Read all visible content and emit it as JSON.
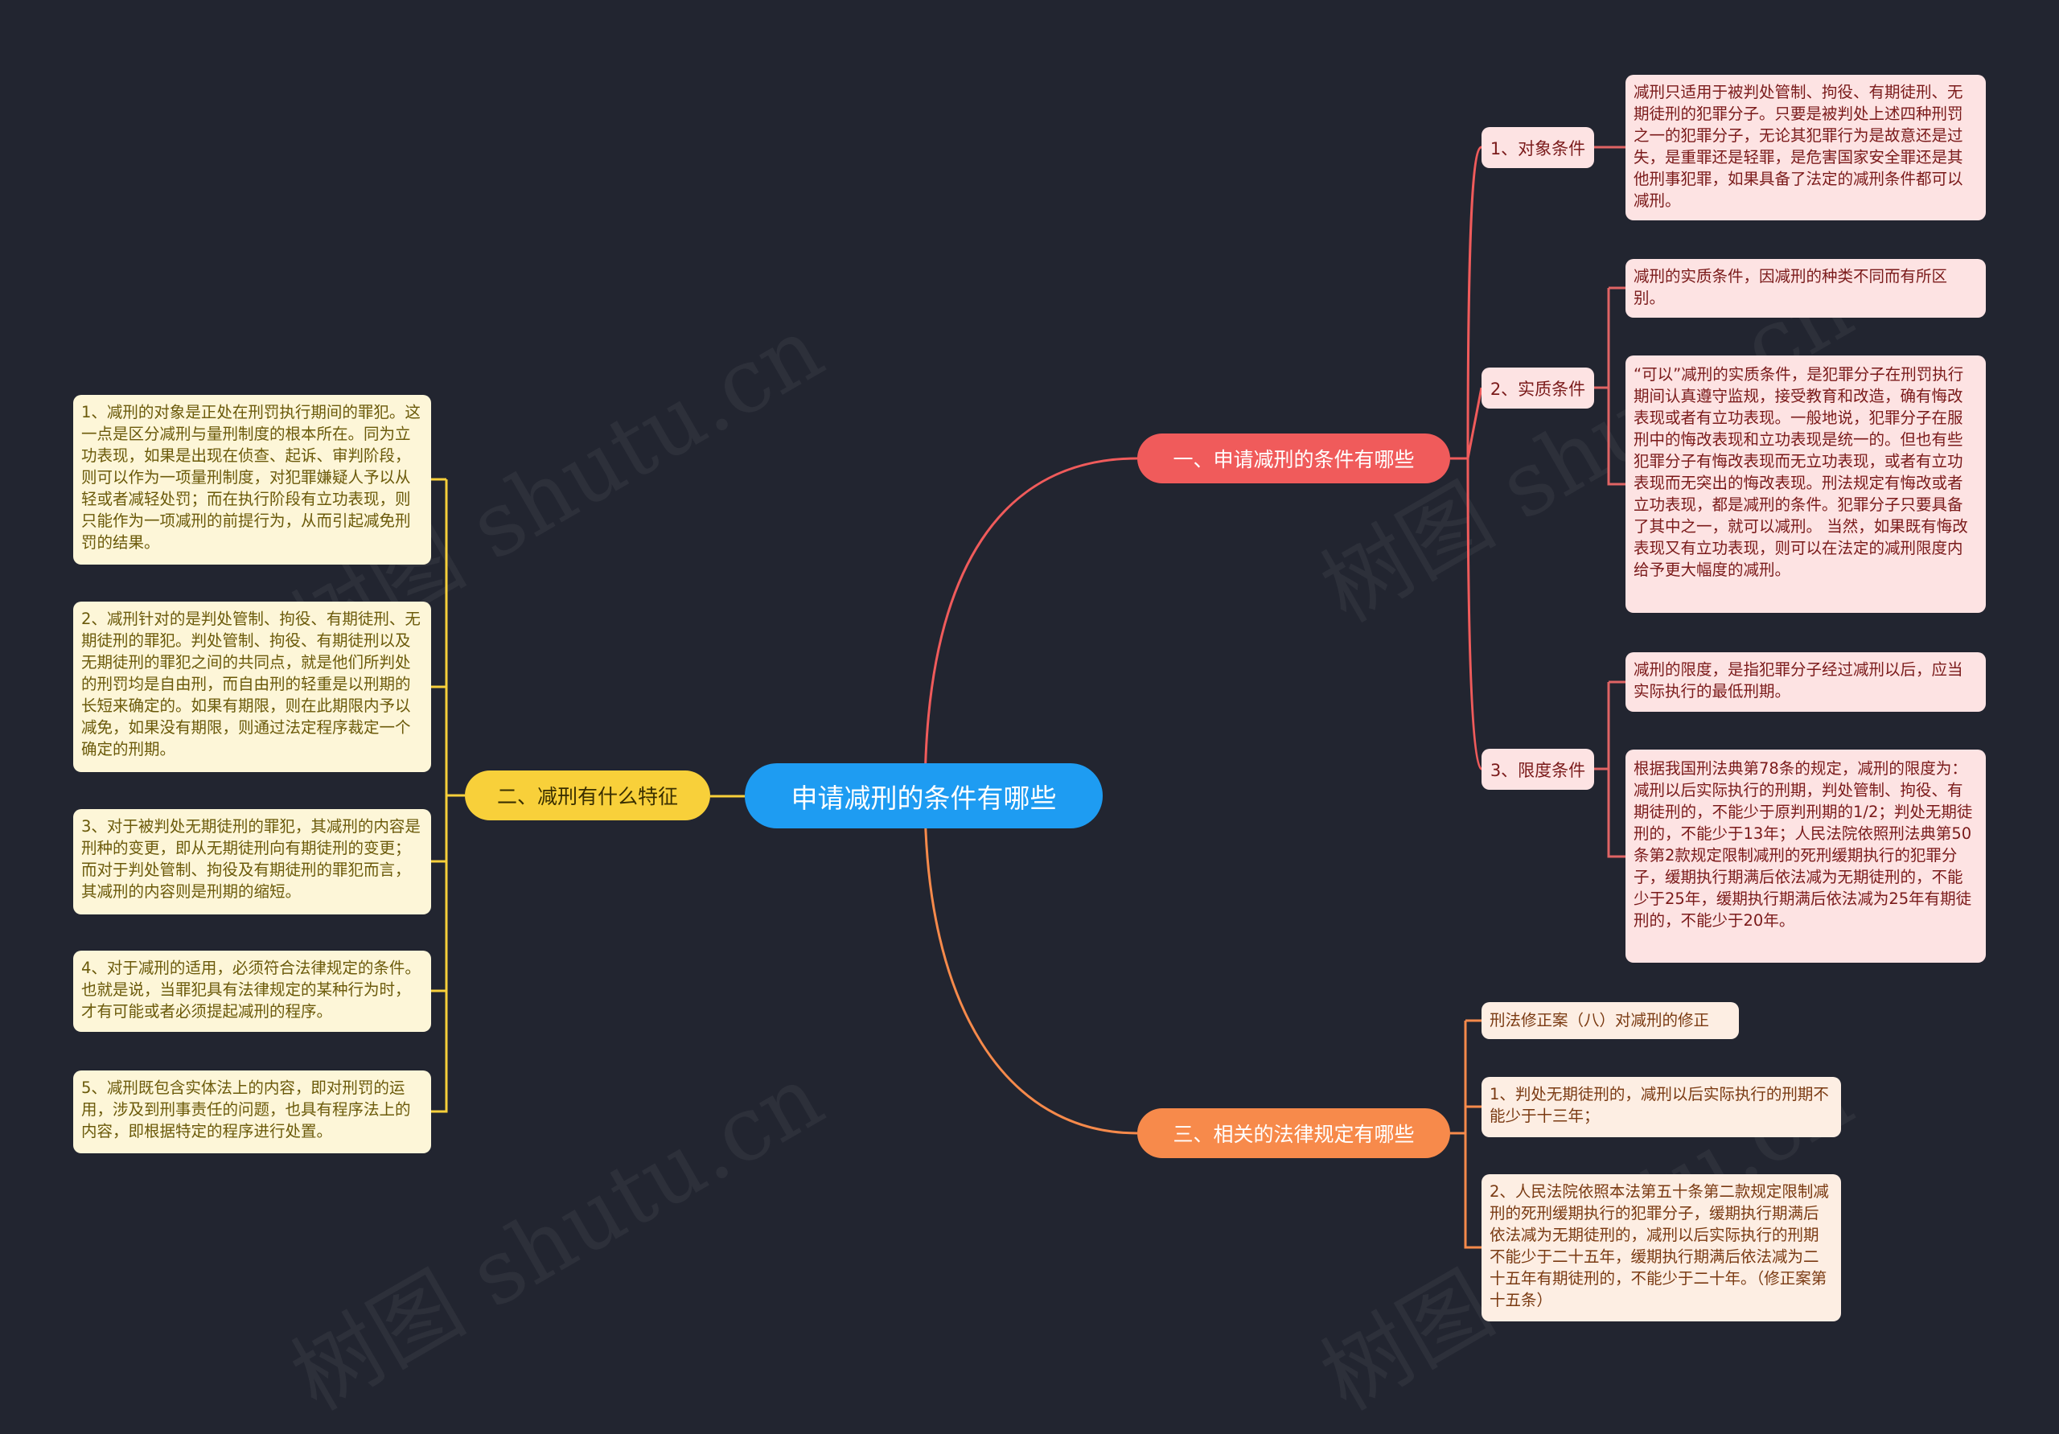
{
  "colors": {
    "background": "#222530",
    "center": "#1e9cf2",
    "branch1": "#f05b5b",
    "branch2": "#f8d03a",
    "branch3": "#f78a4b"
  },
  "center": "申请减刑的条件有哪些",
  "branch1": {
    "label": "一、申请减刑的条件有哪些",
    "subs": [
      {
        "label": "1、对象条件",
        "leaves": [
          "减刑只适用于被判处管制、拘役、有期徒刑、无期徒刑的犯罪分子。只要是被判处上述四种刑罚之一的犯罪分子，无论其犯罪行为是故意还是过失，是重罪还是轻罪，是危害国家安全罪还是其他刑事犯罪，如果具备了法定的减刑条件都可以减刑。"
        ]
      },
      {
        "label": "2、实质条件",
        "leaves": [
          "减刑的实质条件，因减刑的种类不同而有所区别。",
          "“可以”减刑的实质条件，是犯罪分子在刑罚执行期间认真遵守监规，接受教育和改造，确有悔改表现或者有立功表现。一般地说，犯罪分子在服刑中的悔改表现和立功表现是统一的。但也有些犯罪分子有悔改表现而无立功表现，或者有立功表现而无突出的悔改表现。刑法规定有悔改或者立功表现，都是减刑的条件。犯罪分子只要具备了其中之一，就可以减刑。  当然，如果既有悔改表现又有立功表现，则可以在法定的减刑限度内给予更大幅度的减刑。"
        ]
      },
      {
        "label": "3、限度条件",
        "leaves": [
          "减刑的限度，是指犯罪分子经过减刑以后，应当实际执行的最低刑期。",
          "根据我国刑法典第78条的规定，减刑的限度为：减刑以后实际执行的刑期，判处管制、拘役、有期徒刑的，不能少于原判刑期的1/2；判处无期徒刑的，不能少于13年；人民法院依照刑法典第50条第2款规定限制减刑的死刑缓期执行的犯罪分子，缓期执行期满后依法减为无期徒刑的，不能少于25年，缓期执行期满后依法减为25年有期徒刑的，不能少于20年。"
        ]
      }
    ]
  },
  "branch2": {
    "label": "二、减刑有什么特征",
    "leaves": [
      "1、减刑的对象是正处在刑罚执行期间的罪犯。这一点是区分减刑与量刑制度的根本所在。同为立功表现，如果是出现在侦查、起诉、审判阶段，则可以作为一项量刑制度，对犯罪嫌疑人予以从轻或者减轻处罚；而在执行阶段有立功表现，则只能作为一项减刑的前提行为，从而引起减免刑罚的结果。",
      "2、减刑针对的是判处管制、拘役、有期徒刑、无期徒刑的罪犯。判处管制、拘役、有期徒刑以及无期徒刑的罪犯之间的共同点，就是他们所判处的刑罚均是自由刑，而自由刑的轻重是以刑期的长短来确定的。如果有期限，则在此期限内予以减免，如果没有期限，则通过法定程序裁定一个确定的刑期。",
      "3、对于被判处无期徒刑的罪犯，其减刑的内容是刑种的变更，即从无期徒刑向有期徒刑的变更；而对于判处管制、拘役及有期徒刑的罪犯而言，其减刑的内容则是刑期的缩短。",
      "4、对于减刑的适用，必须符合法律规定的条件。也就是说，当罪犯具有法律规定的某种行为时，才有可能或者必须提起减刑的程序。",
      "5、减刑既包含实体法上的内容，即对刑罚的运用，涉及到刑事责任的问题，也具有程序法上的内容，即根据特定的程序进行处置。"
    ]
  },
  "branch3": {
    "label": "三、相关的法律规定有哪些",
    "leaves": [
      "刑法修正案（八）对减刑的修正",
      "1、判处无期徒刑的，减刑以后实际执行的刑期不能少于十三年；",
      "2、人民法院依照本法第五十条第二款规定限制减刑的死刑缓期执行的犯罪分子，缓期执行期满后依法减为无期徒刑的，减刑以后实际执行的刑期不能少于二十五年，缓期执行期满后依法减为二十五年有期徒刑的，不能少于二十年。（修正案第十五条）"
    ]
  },
  "watermark": "树图 shutu.cn"
}
